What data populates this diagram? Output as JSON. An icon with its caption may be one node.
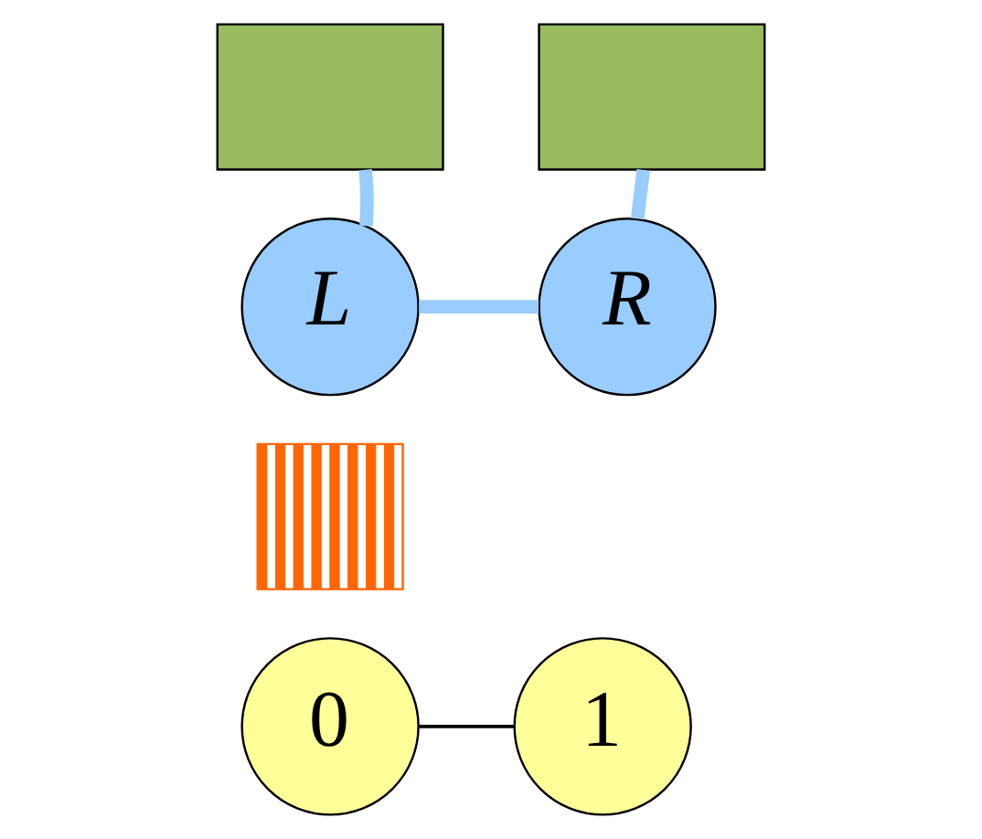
{
  "diagram": {
    "nodes": [
      {
        "text": [],
        "shape": "box"
      },
      {
        "text": [],
        "shape": "box"
      },
      {
        "text": [
          "L"
        ]
      },
      {
        "text": [
          "R"
        ]
      },
      {
        "text": [],
        "shape": "box"
      },
      {
        "text": [
          "0"
        ]
      },
      {
        "text": [
          "1"
        ]
      }
    ],
    "edges": [
      {
        "from": 0,
        "to": 2,
        "arrow": "none"
      },
      {
        "from": 1,
        "to": 3,
        "arrow": "none"
      },
      {
        "from": 2,
        "to": 3,
        "arrow": "none"
      },
      {
        "from": 5,
        "to": 6,
        "arrow": "none",
        "color": "#000000"
      }
    ]
  }
}
